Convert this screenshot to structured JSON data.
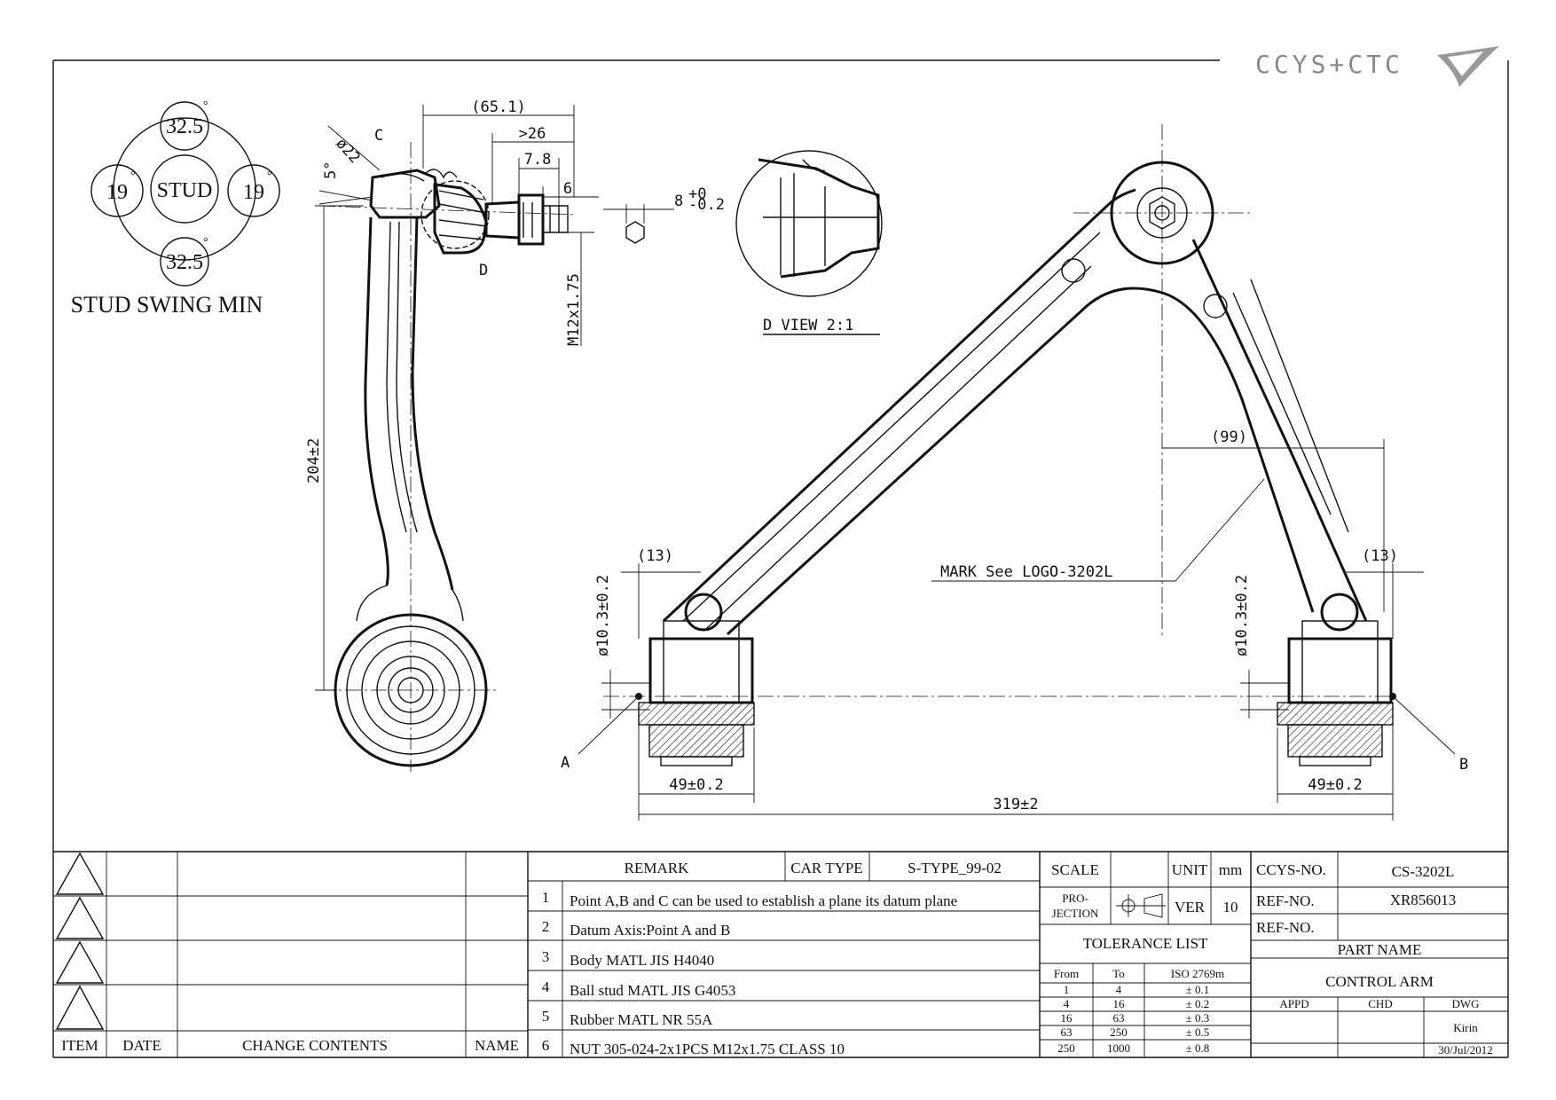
{
  "logo": {
    "text": "CCYS+CTC"
  },
  "stud_swing": {
    "title": "STUD SWING MIN",
    "center": "STUD",
    "top": "32.5",
    "bottom": "32.5",
    "left": "19",
    "right": "19",
    "degree": "°"
  },
  "side_view": {
    "d_651": "(65.1)",
    "d_26": ">26",
    "d_78": "7.8",
    "d_6": "6",
    "d_hex": "8",
    "d_hex_tol_up": "+0",
    "d_hex_tol_dn": "-0.2",
    "d_22": "ø22",
    "d_5deg": "5°",
    "label_c": "C",
    "label_d": "D",
    "thread": "M12x1.75",
    "height": "204±2"
  },
  "d_view": {
    "label": "D VIEW 2:1"
  },
  "front_view": {
    "d_99": "(99)",
    "d_13_left": "(13)",
    "d_13_right": "(13)",
    "mark": "MARK See LOGO-3202L",
    "bush_dia_left": "ø10.3±0.2",
    "bush_dia_right": "ø10.3±0.2",
    "label_a": "A",
    "label_b": "B",
    "width_left": "49±0.2",
    "width_right": "49±0.2",
    "span": "319±2"
  },
  "revision": {
    "headers": [
      "ITEM",
      "DATE",
      "CHANGE CONTENTS",
      "NAME"
    ]
  },
  "remarks": {
    "header": "REMARK",
    "car_type_label": "CAR TYPE",
    "car_type": "S-TYPE_99-02",
    "items": [
      {
        "no": "1",
        "text": "Point A,B and C can be used to establish a plane its datum plane"
      },
      {
        "no": "2",
        "text": "Datum Axis:Point A and B"
      },
      {
        "no": "3",
        "text": "Body MATL JIS H4040"
      },
      {
        "no": "4",
        "text": "Ball stud MATL JIS G4053"
      },
      {
        "no": "5",
        "text": "Rubber MATL NR 55A"
      },
      {
        "no": "6",
        "text": "NUT 305-024-2x1PCS M12x1.75 CLASS 10"
      }
    ]
  },
  "title_block": {
    "scale": "SCALE",
    "unit": "UNIT",
    "unit_val": "mm",
    "projection_1": "PRO-",
    "projection_2": "JECTION",
    "ver": "VER",
    "ver_val": "10",
    "tolerance_list": "TOLERANCE LIST",
    "tol_headers": [
      "From",
      "To",
      "ISO 2769m"
    ],
    "tol_rows": [
      [
        "1",
        "4",
        "± 0.1"
      ],
      [
        "4",
        "16",
        "± 0.2"
      ],
      [
        "16",
        "63",
        "± 0.3"
      ],
      [
        "63",
        "250",
        "± 0.5"
      ],
      [
        "250",
        "1000",
        "± 0.8"
      ]
    ],
    "ccys_no_label": "CCYS-NO.",
    "ccys_no": "CS-3202L",
    "ref_no_label": "REF-NO.",
    "ref_no": "XR856013",
    "ref_no2_label": "REF-NO.",
    "part_name_label": "PART NAME",
    "part_name": "CONTROL ARM",
    "appd": "APPD",
    "chd": "CHD",
    "dwg": "DWG",
    "drawer": "Kirin",
    "date": "30/Jul/2012"
  }
}
